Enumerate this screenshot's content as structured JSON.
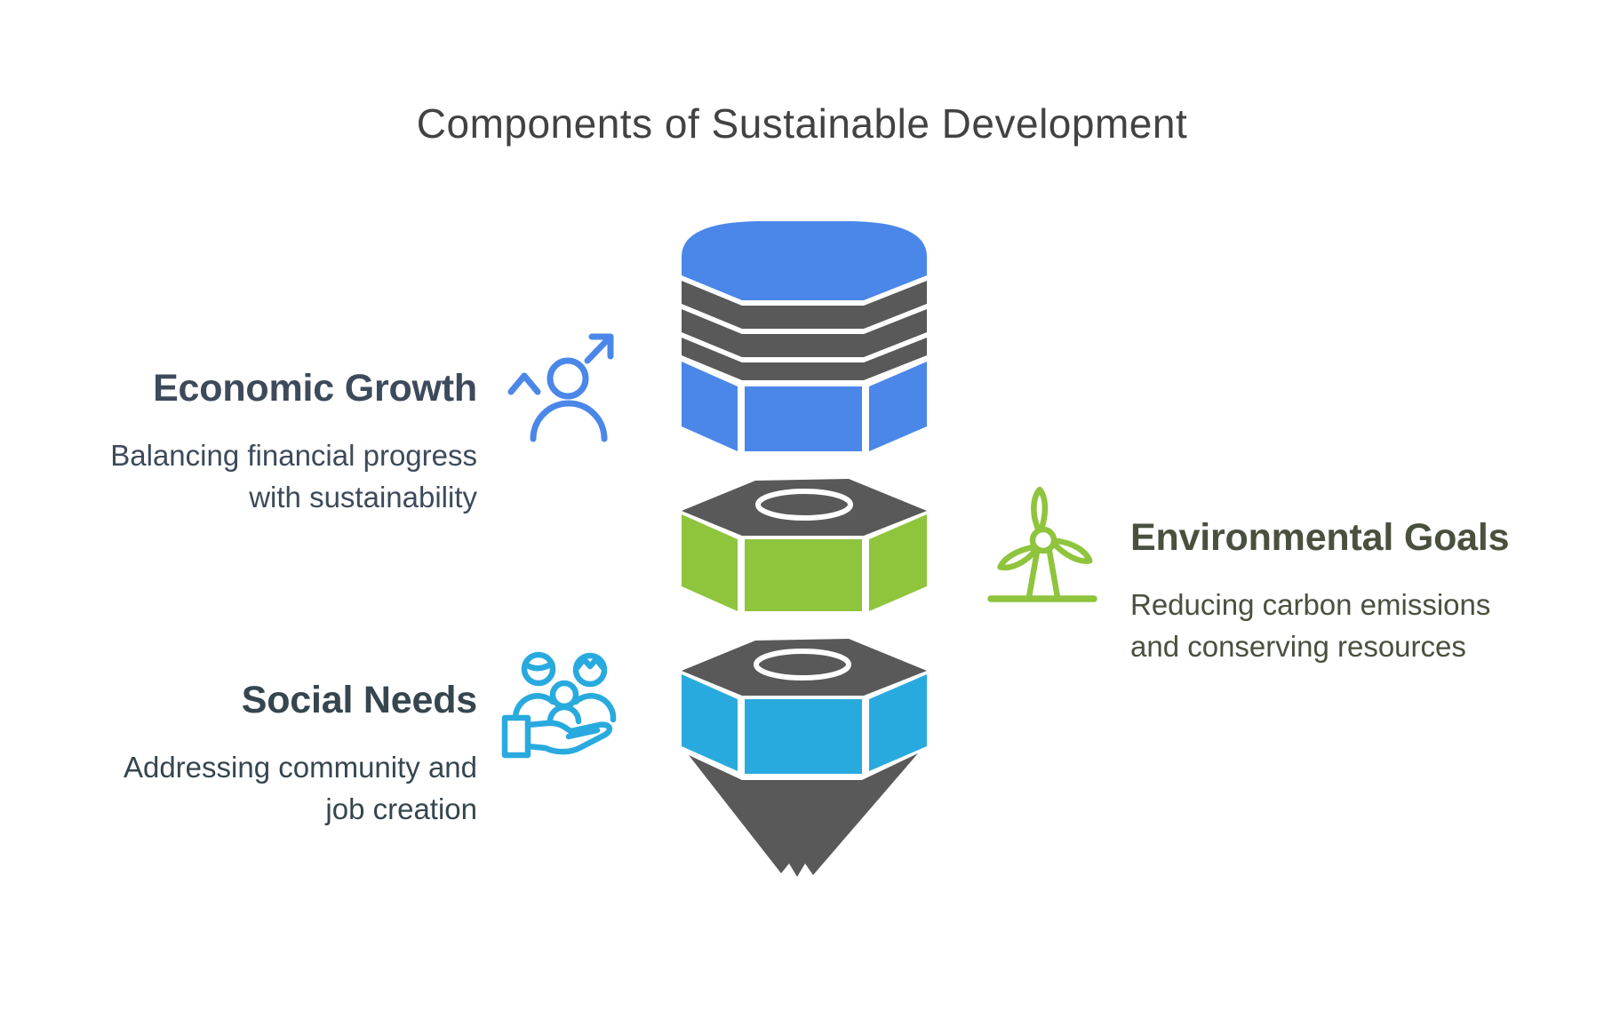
{
  "title": {
    "text": "Components of Sustainable Development",
    "color": "#424242"
  },
  "sections": {
    "economic": {
      "heading": "Economic Growth",
      "description_lines": [
        "Balancing financial progress",
        "with sustainability"
      ],
      "text_color": "#3D4A5B",
      "icon": "person-growth-arrow-icon",
      "icon_color": "#4A87E8"
    },
    "environmental": {
      "heading": "Environmental Goals",
      "description_lines": [
        "Reducing carbon emissions",
        "and conserving resources"
      ],
      "text_color": "#49503E",
      "icon": "wind-turbine-icon",
      "icon_color": "#8FC43D"
    },
    "social": {
      "heading": "Social Needs",
      "description_lines": [
        "Addressing community and",
        "job creation"
      ],
      "text_color": "#36464F",
      "icon": "family-supported-by-hand-icon",
      "icon_color": "#29AADF"
    }
  },
  "pencil": {
    "eraser_color": "#4A87E8",
    "ferrule_color": "#595959",
    "top_face_color": "#595959",
    "tip_color": "#595959",
    "segment_colors": {
      "economic": "#4A87E8",
      "environmental": "#8FC43D",
      "social": "#29AADF"
    }
  }
}
